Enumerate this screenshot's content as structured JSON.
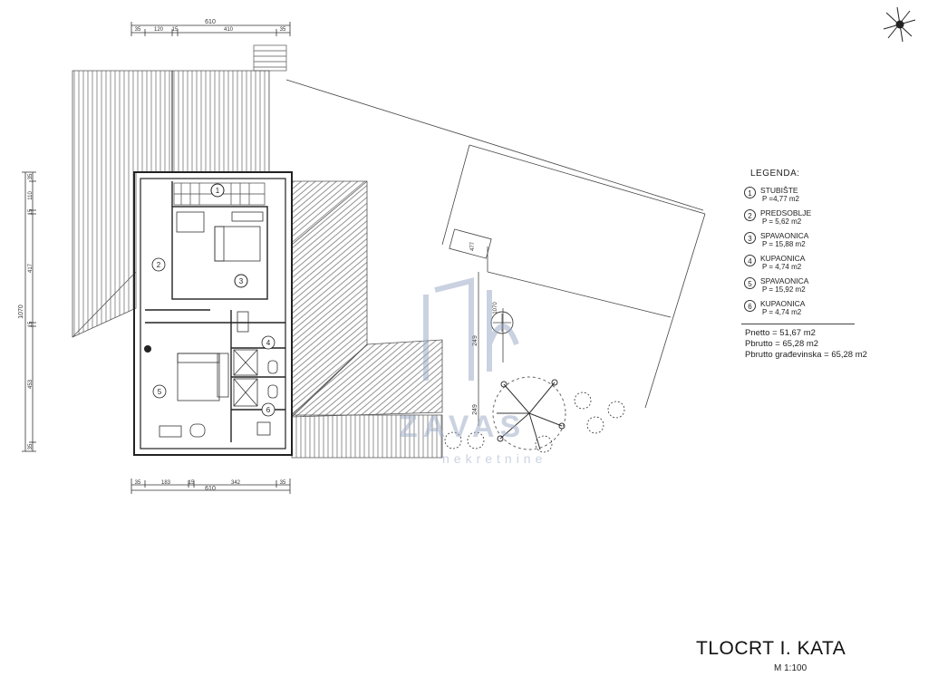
{
  "legend": {
    "title": "LEGENDA:",
    "items": [
      {
        "num": "1",
        "name": "STUBIŠTE",
        "area": "P =4,77 m2"
      },
      {
        "num": "2",
        "name": "PREDSOBLJE",
        "area": "P = 5,62 m2"
      },
      {
        "num": "3",
        "name": "SPAVAONICA",
        "area": "P = 15,88 m2"
      },
      {
        "num": "4",
        "name": "KUPAONICA",
        "area": "P = 4,74 m2"
      },
      {
        "num": "5",
        "name": "SPAVAONICA",
        "area": "P = 15,92 m2"
      },
      {
        "num": "6",
        "name": "KUPAONICA",
        "area": "P = 4,74 m2"
      }
    ],
    "totals": [
      "Pnetto = 51,67 m2",
      "Pbrutto = 65,28 m2",
      "Pbrutto građevinska = 65,28 m2"
    ]
  },
  "title": {
    "main": "TLOCRT  I. KATA",
    "scale": "M 1:100"
  },
  "dimensions": {
    "top_total": "610",
    "top_segments": [
      "35",
      "120",
      "15",
      "410",
      "35"
    ],
    "bottom_total": "610",
    "bottom_segments": [
      "35",
      "183",
      "15",
      "342",
      "35"
    ],
    "left_total": "1070",
    "left_segments": [
      "35",
      "110",
      "15",
      "417",
      "15",
      "453",
      "35"
    ],
    "site_1": "249",
    "site_2": "249",
    "site_3": "477",
    "site_4": "1070"
  },
  "room_labels": [
    "1",
    "2",
    "3",
    "4",
    "5",
    "6"
  ],
  "watermark": {
    "name": "ZAVAS",
    "sub": "nekretnine"
  }
}
